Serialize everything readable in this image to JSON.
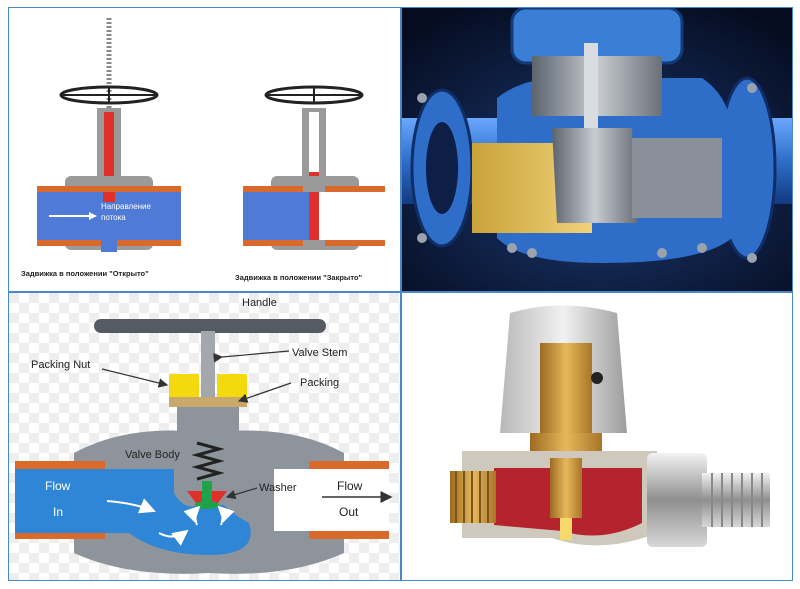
{
  "panel_open_close": {
    "flow_direction_line1": "Направление",
    "flow_direction_line2": "потока",
    "caption_open": "Задвижка в положении \"Открыто\"",
    "caption_closed": "Задвижка в положении \"Закрыто\""
  },
  "panel_globe_diagram": {
    "handle": "Handle",
    "valve_stem": "Valve Stem",
    "packing_nut": "Packing Nut",
    "packing": "Packing",
    "valve_body": "Valve Body",
    "washer": "Washer",
    "flow_in_1": "Flow",
    "flow_in_2": "In",
    "flow_out_1": "Flow",
    "flow_out_2": "Out"
  },
  "colors": {
    "frame": "#4a86c8",
    "body_gray": "#9a9a9a",
    "pipe_blue": "#4f7ad6",
    "pipe_orange": "#d96a2b",
    "stem_red": "#e0302a",
    "fluid_blue": "#2f86d6",
    "packing_yellow": "#f5d90f",
    "valve_blue": "#2e6ec8",
    "brass": "#c9963a",
    "fitting_red": "#b5232f"
  }
}
